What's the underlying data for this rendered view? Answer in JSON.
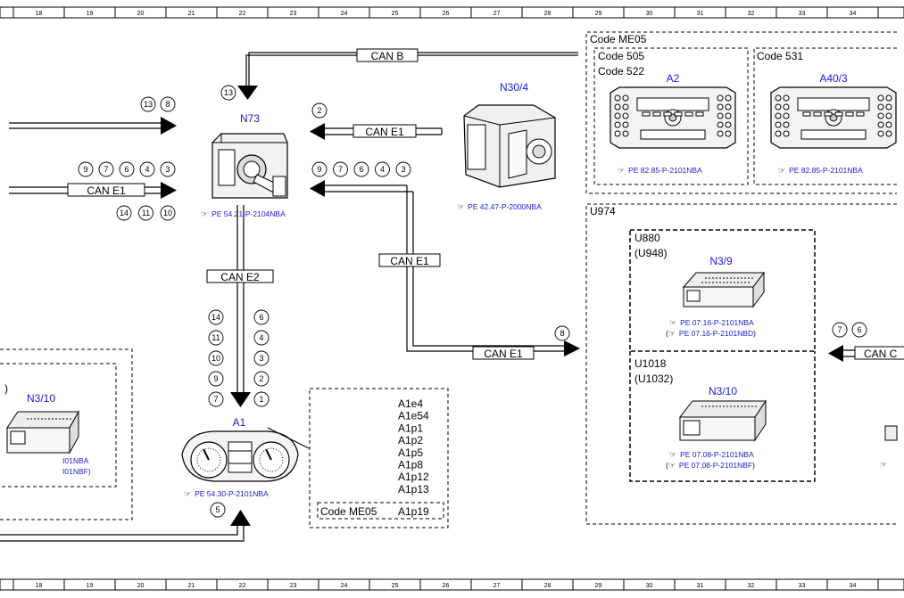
{
  "grid_numbers": [
    "18",
    "19",
    "20",
    "21",
    "22",
    "23",
    "24",
    "25",
    "26",
    "27",
    "28",
    "29",
    "30",
    "31",
    "32",
    "33",
    "34"
  ],
  "bus_labels": {
    "can_b": "CAN B",
    "can_e1": "CAN E1",
    "can_e2": "CAN E2",
    "can_c": "CAN C"
  },
  "components": {
    "n73": {
      "id": "N73",
      "ref": "PE 54.21-P-2104NBA"
    },
    "n30_4": {
      "id": "N30/4",
      "ref": "PE 42.47-P-2000NBA"
    },
    "a1": {
      "id": "A1",
      "ref": "PE 54.30-P-2101NBA"
    },
    "a2": {
      "id": "A2",
      "ref": "PE 82.85-P-2101NBA"
    },
    "a40_3": {
      "id": "A40/3",
      "ref": "PE 82.85-P-2101NBA"
    },
    "n3_9": {
      "id": "N3/9",
      "ref1": "PE 07.16-P-2101NBA",
      "ref2": "PE 07.16-P-2101NBD"
    },
    "n3_10_right": {
      "id": "N3/10",
      "ref1": "PE 07.08-P-2101NBA",
      "ref2": "PE 07.08-P-2101NBF"
    },
    "n3_10_left": {
      "id": "N3/10",
      "ref1": "I01NBA",
      "ref2": "I01NBF)"
    }
  },
  "codes": {
    "me05": "Code ME05",
    "c505": "Code 505",
    "c522": "Code 522",
    "c531": "Code 531",
    "u974": "U974",
    "u880": "U880",
    "u948": "(U948)",
    "u1018": "U1018",
    "u1032": "(U1032)"
  },
  "a1_signals": [
    "A1e4",
    "A1e54",
    "A1p1",
    "A1p2",
    "A1p5",
    "A1p8",
    "A1p12",
    "A1p13"
  ],
  "a1_code_me05": {
    "code": "Code ME05",
    "signal": "A1p19"
  },
  "pins": {
    "top_left_a": [
      "13",
      "8"
    ],
    "top_left_b": [
      "9",
      "7",
      "6",
      "4",
      "3"
    ],
    "top_left_c": [
      "14",
      "11",
      "10"
    ],
    "n73_top": "13",
    "n73_right": "2",
    "n73_right_row": [
      "9",
      "7",
      "6",
      "4",
      "3"
    ],
    "can_e2_left": [
      "14",
      "11",
      "10",
      "9",
      "7"
    ],
    "can_e2_right": [
      "6",
      "4",
      "3",
      "2",
      "1"
    ],
    "a1_bottom": "5",
    "right_can_e1": "8",
    "right_can_c": [
      "7",
      "6"
    ]
  },
  "misc": {
    "left_paren": ")",
    "open_paren": "(",
    "close_paren": ")"
  }
}
